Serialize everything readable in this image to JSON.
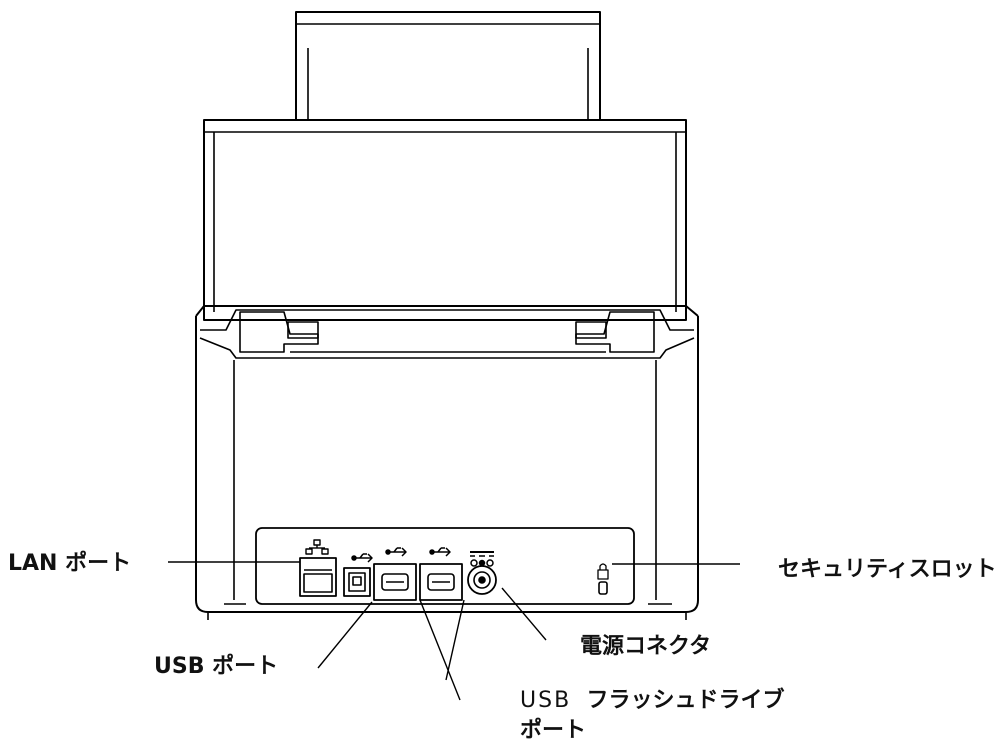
{
  "labels": {
    "lan_port": "LAN ポート",
    "usb_port": "USB ポート",
    "usb_flash_prefix": "USB",
    "usb_flash_suffix": "フラッシュドライブ",
    "usb_flash_line2": "ポート",
    "power_connector": "電源コネクタ",
    "security_slot": "セキュリティスロット"
  },
  "colors": {
    "line": "#000000",
    "background": "#ffffff"
  }
}
